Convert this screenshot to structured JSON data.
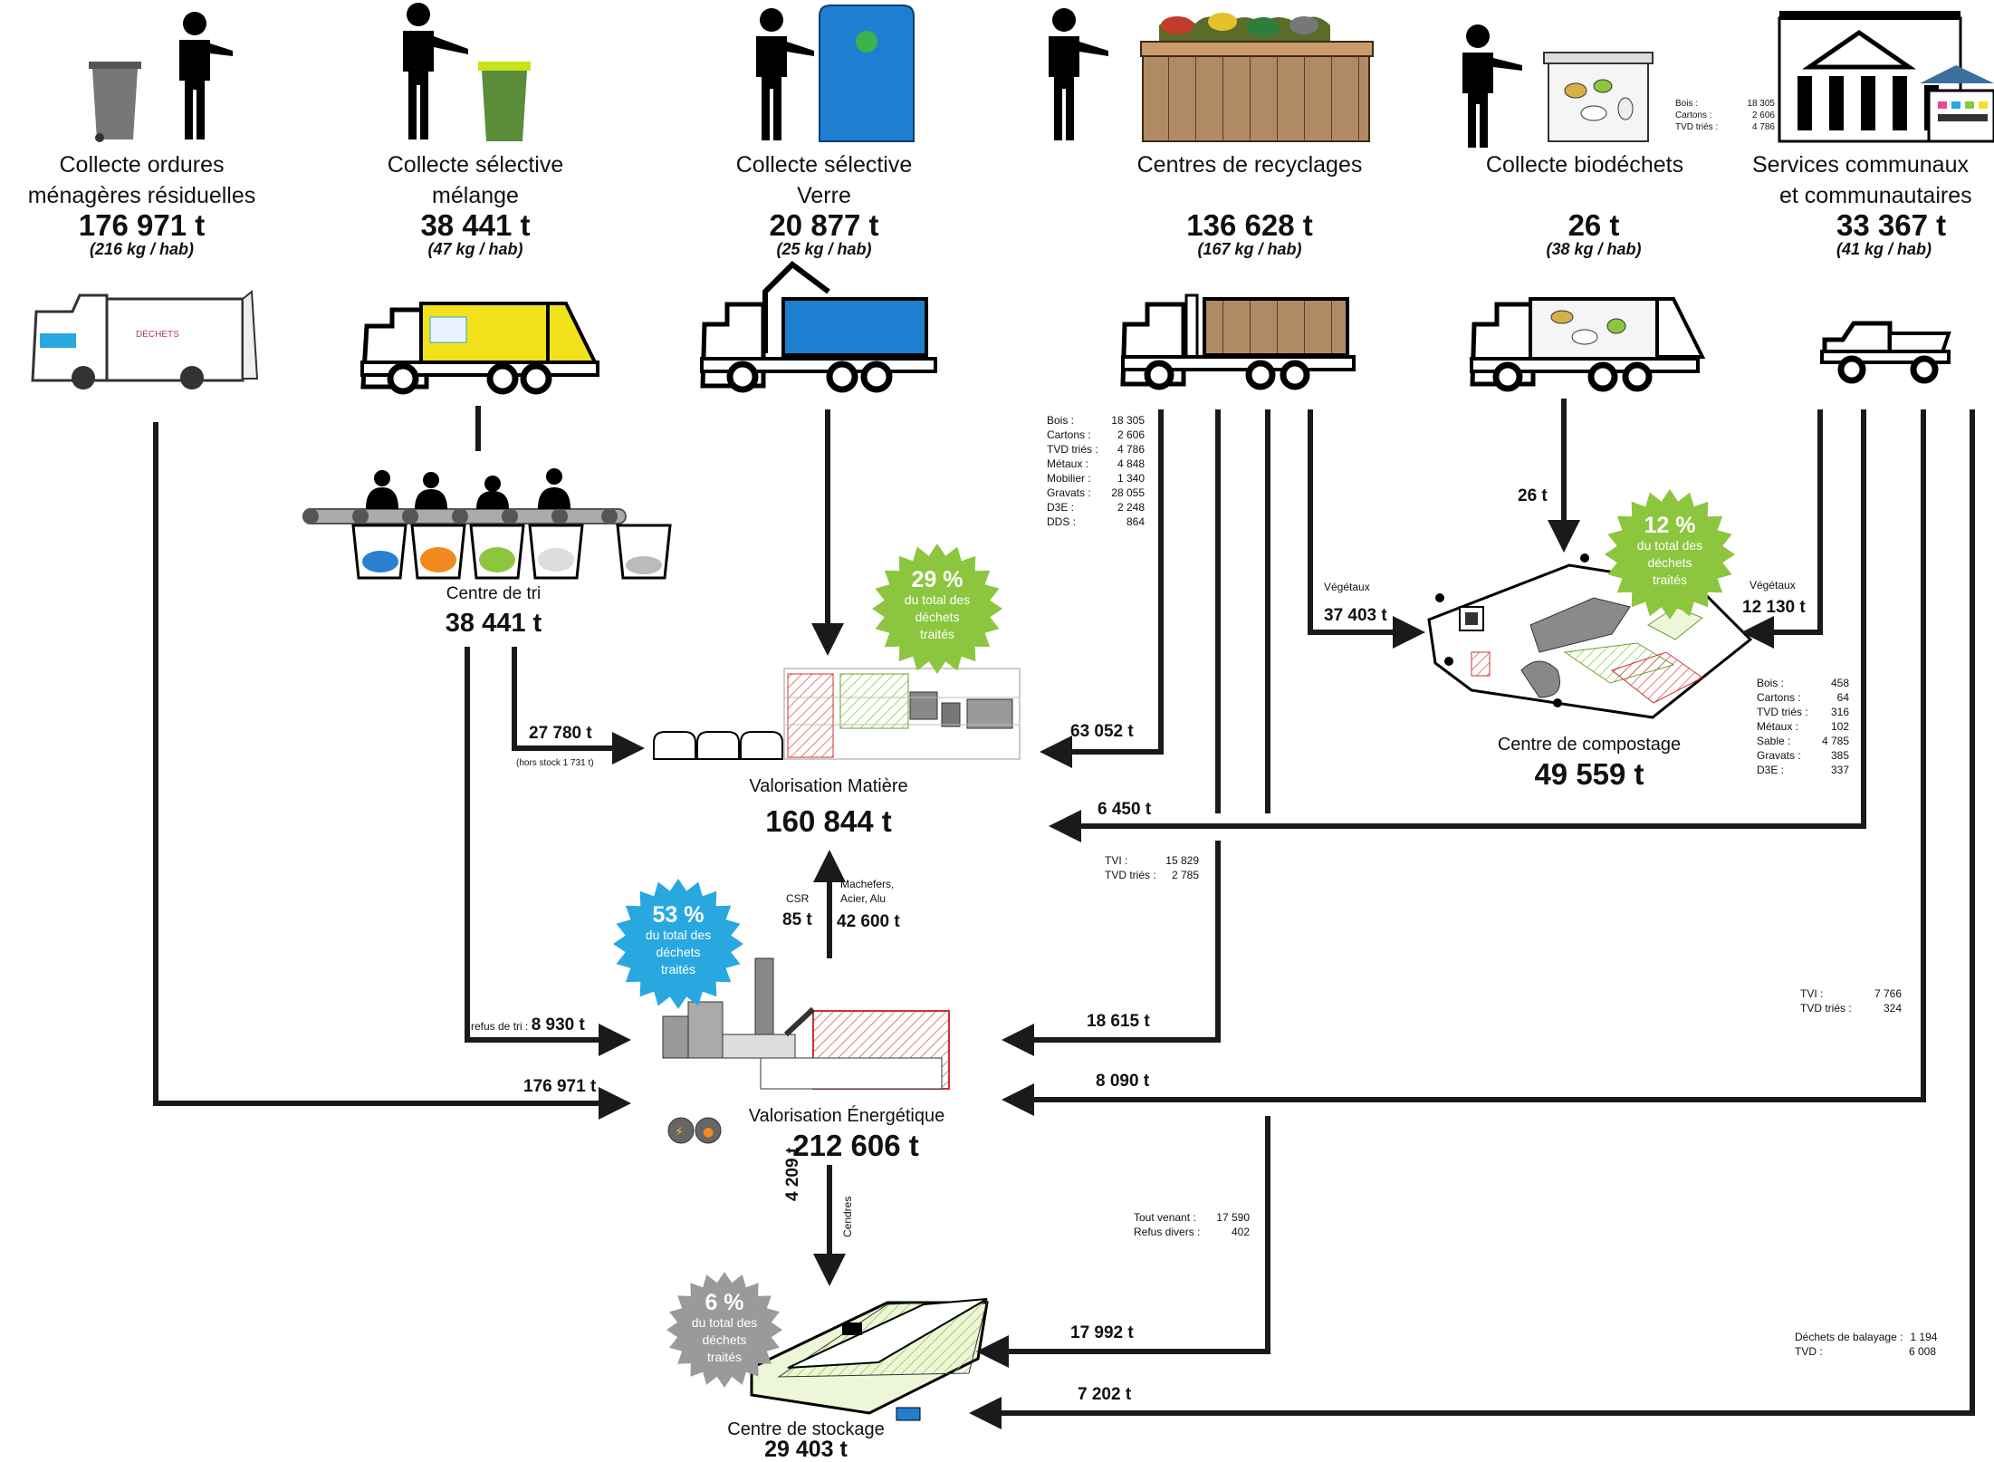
{
  "sources": [
    {
      "title": "Collecte ordures ménagères résiduelles",
      "line1": "Collecte ordures",
      "line2": "ménagères résiduelles",
      "amount": "176 971 t",
      "per_capita": "(216 kg / hab)"
    },
    {
      "title": "Collecte sélective mélange",
      "line1": "Collecte sélective",
      "line2": "mélange",
      "amount": "38 441 t",
      "per_capita": "(47 kg / hab)"
    },
    {
      "title": "Collecte sélective Verre",
      "line1": "Collecte sélective",
      "line2": "Verre",
      "amount": "20 877 t",
      "per_capita": "(25 kg / hab)"
    },
    {
      "title": "Centres de recyclages",
      "line1": "Centres de recyclages",
      "line2": "",
      "amount": "136 628 t",
      "per_capita": "(167 kg / hab)"
    },
    {
      "title": "Collecte biodéchets",
      "line1": "Collecte biodéchets",
      "line2": "",
      "amount": "26 t",
      "per_capita": "(38 kg / hab)"
    },
    {
      "title": "Services communaux et communautaires",
      "line1": "Services communaux",
      "line2": "et communautaires",
      "amount": "33 367 t",
      "per_capita": "(41 kg / hab)"
    }
  ],
  "services_icon_list": [
    {
      "label": "Bois :",
      "value": "18 305"
    },
    {
      "label": "Cartons :",
      "value": "2 606"
    },
    {
      "label": "TVD triés :",
      "value": "4 786"
    }
  ],
  "recycling_breakdown": [
    {
      "label": "Bois :",
      "value": "18 305"
    },
    {
      "label": "Cartons :",
      "value": "2 606"
    },
    {
      "label": "TVD triés :",
      "value": "4 786"
    },
    {
      "label": "Métaux :",
      "value": "4 848"
    },
    {
      "label": "Mobilier :",
      "value": "1 340"
    },
    {
      "label": "Gravats :",
      "value": "28 055"
    },
    {
      "label": "D3E :",
      "value": "2 248"
    },
    {
      "label": "DDS :",
      "value": "864"
    }
  ],
  "services_breakdown": [
    {
      "label": "Bois :",
      "value": "458"
    },
    {
      "label": "Cartons :",
      "value": "64"
    },
    {
      "label": "TVD triés :",
      "value": "316"
    },
    {
      "label": "Métaux :",
      "value": "102"
    },
    {
      "label": "Sable :",
      "value": "4 785"
    },
    {
      "label": "Gravats :",
      "value": "385"
    },
    {
      "label": "D3E :",
      "value": "337"
    }
  ],
  "tvi_recycling": [
    {
      "label": "TVI :",
      "value": "15 829"
    },
    {
      "label": "TVD triés :",
      "value": "2 785"
    }
  ],
  "tvi_services": [
    {
      "label": "TVI :",
      "value": "7 766"
    },
    {
      "label": "TVD triés :",
      "value": "324"
    }
  ],
  "tout_venant": [
    {
      "label": "Tout venant :",
      "value": "17 590"
    },
    {
      "label": "Refus divers :",
      "value": "402"
    }
  ],
  "balayage": [
    {
      "label": "Déchets de balayage :",
      "value": "1 194"
    },
    {
      "label": "TVD :",
      "value": "6 008"
    }
  ],
  "nodes": {
    "tri": {
      "label": "Centre de tri",
      "value": "38 441 t"
    },
    "matiere": {
      "label": "Valorisation Matière",
      "value": "160 844 t"
    },
    "energie": {
      "label": "Valorisation Énergétique",
      "value": "212 606 t"
    },
    "compost": {
      "label": "Centre de compostage",
      "value": "49 559 t"
    },
    "stockage": {
      "label": "Centre de stockage",
      "value": "29 403 t"
    }
  },
  "badges": {
    "matiere": {
      "pct": "29 %",
      "l1": "du total des",
      "l2": "déchets",
      "l3": "traités",
      "color": "#8cc63f"
    },
    "energie": {
      "pct": "53 %",
      "l1": "du total des",
      "l2": "déchets",
      "l3": "traités",
      "color": "#29a8e0"
    },
    "compost": {
      "pct": "12 %",
      "l1": "du total des",
      "l2": "déchets",
      "l3": "traités",
      "color": "#8cc63f"
    },
    "stockage": {
      "pct": "6 %",
      "l1": "du total des",
      "l2": "déchets",
      "l3": "traités",
      "color": "#9a9a9a"
    }
  },
  "flows": {
    "tri_to_matiere": "27 780 t",
    "hors_stock": "(hors stock 1 731 t)",
    "refus_label": "refus de tri :",
    "refus_value": "8 930 t",
    "omr_to_energie": "176 971 t",
    "recy_to_matiere": "63 052 t",
    "services_to_matiere": "6 450 t",
    "recy_to_energie": "18 615 t",
    "services_to_energie": "8 090 t",
    "biodechets_to_compost": "26 t",
    "vegetaux_label": "Végétaux",
    "recy_vegetaux": "37 403 t",
    "services_vegetaux": "12 130 t",
    "csr_label": "CSR",
    "csr_value": "85 t",
    "machefers_l1": "Machefers,",
    "machefers_l2": "Acier, Alu",
    "machefers_value": "42 600 t",
    "cendres_value": "4 209 t",
    "cendres_label": "Cendres",
    "recy_to_stockage": "17 992 t",
    "services_to_stockage": "7 202 t"
  },
  "colors": {
    "line": "#1a1a1a",
    "green": "#8cc63f",
    "blue": "#29a8e0",
    "grey": "#9a9a9a",
    "yellow": "#f2e21b",
    "brown": "#b08a64",
    "container_blue": "#1e7fd0"
  }
}
